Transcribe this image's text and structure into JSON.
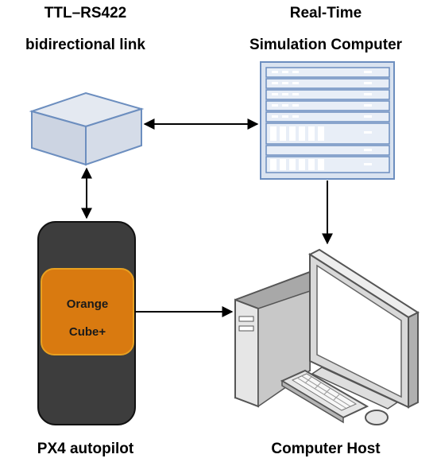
{
  "labels": {
    "link_line1": "TTL–RS422",
    "link_line2": "bidirectional link",
    "sim_line1": "Real-Time",
    "sim_line2": "Simulation Computer",
    "px4": "PX4 autopilot",
    "host": "Computer Host"
  },
  "autopilot": {
    "chip_line1": "Orange",
    "chip_line2": "Cube+"
  },
  "colors": {
    "converter_fill": "#d5dce8",
    "converter_stroke": "#6c8ebf",
    "rack_fill": "#dae3f0",
    "rack_stroke": "#6c8ebf",
    "autopilot_body": "#3d3d3d",
    "chip_fill": "#d97a10",
    "chip_stroke": "#e8a020",
    "computer_fill": "#dcdcdc",
    "computer_stroke": "#555555"
  },
  "icons": [
    "ttl-rs422-converter-icon",
    "server-rack-icon",
    "autopilot-board-icon",
    "desktop-computer-icon"
  ]
}
